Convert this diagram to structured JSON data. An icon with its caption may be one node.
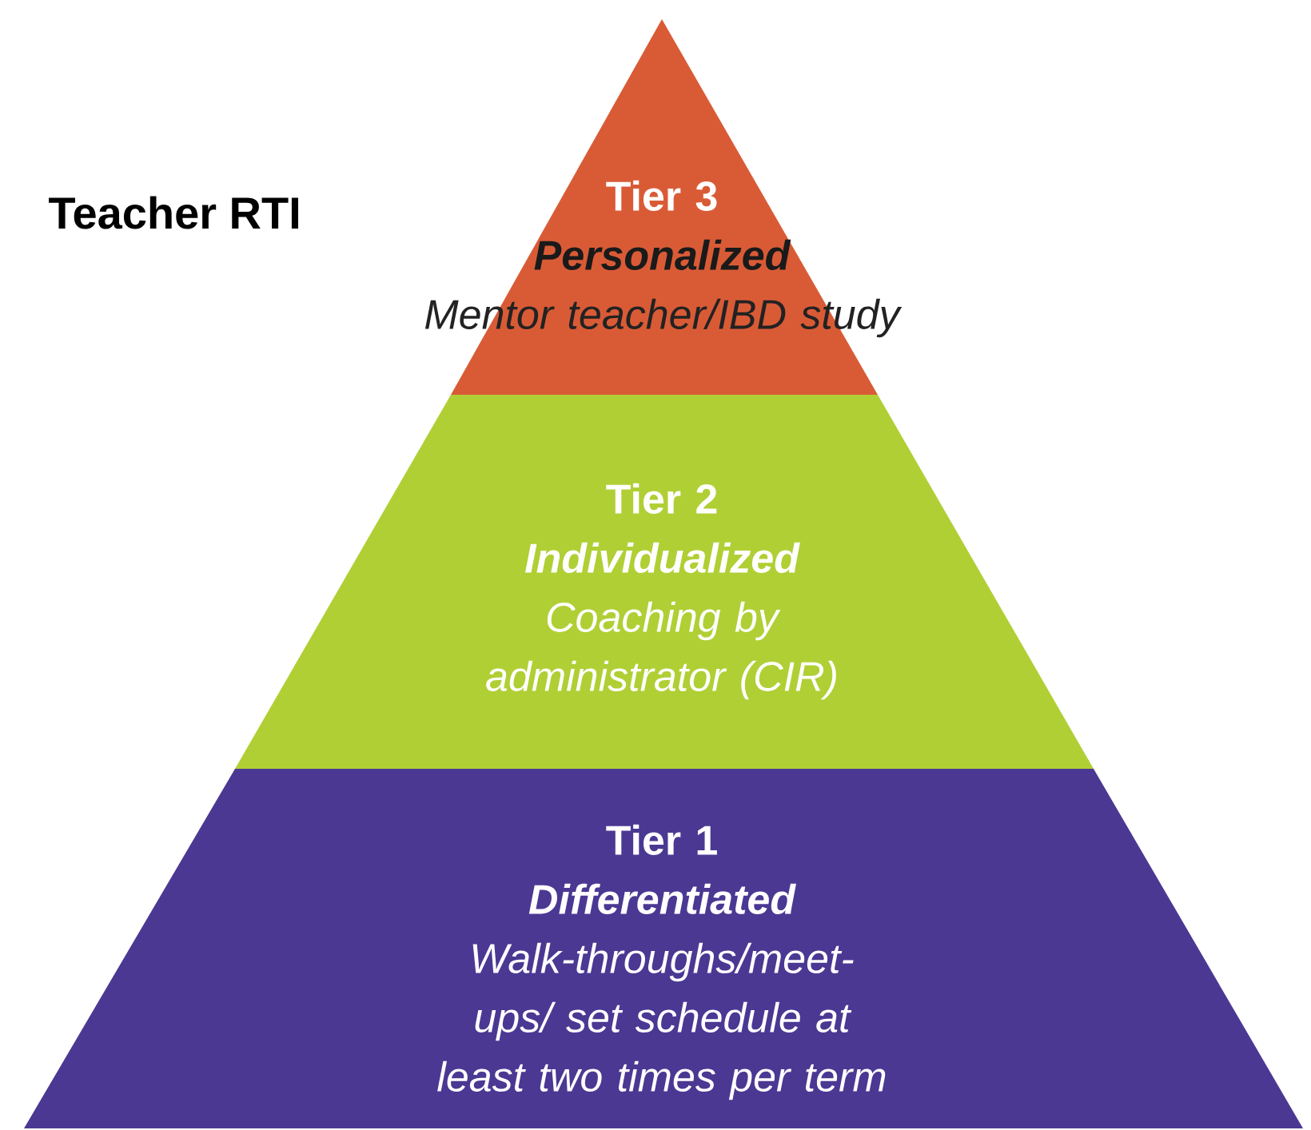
{
  "diagram": {
    "title": "Teacher RTI",
    "nodes": [
      {
        "text": [
          "Tier 3",
          "Personalized",
          "Mentor teacher/IBD study"
        ]
      },
      {
        "text": [
          "Tier 2",
          "Individualized",
          "Coaching by administrator (CIR)"
        ]
      },
      {
        "text": [
          "Tier 1",
          "Differentiated",
          "Walk-throughs/meet-ups/ set schedule at least two times per term"
        ]
      }
    ]
  }
}
